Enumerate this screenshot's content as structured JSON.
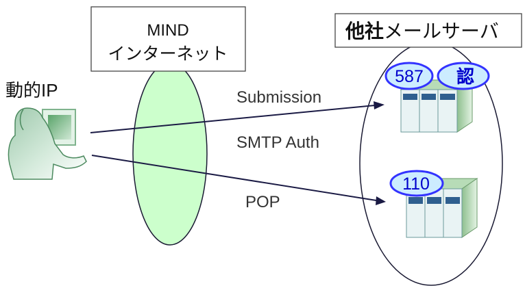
{
  "client": {
    "label": "動的IP"
  },
  "network": {
    "line1": "MIND",
    "line2": "インターネット"
  },
  "server_group": {
    "title_bold": "他社",
    "title_rest": "メールサーバ"
  },
  "connections": {
    "submission": {
      "label_top": "Submission",
      "label_bottom": "SMTP Auth"
    },
    "pop": {
      "label": "POP"
    }
  },
  "badges": {
    "submission_port": "587",
    "auth": "認",
    "pop_port": "110"
  },
  "colors": {
    "network_fill": "#ccffcc",
    "badge_fill": "#ccecff",
    "badge_stroke": "#3333ff",
    "badge_text": "#0000cc",
    "server_light": "#e9f3f4",
    "server_dark": "#2f5f8f",
    "server_side": "#8ebf8e",
    "server_top": "#b7dcb7"
  },
  "icons": {
    "client": "person-at-computer-icon",
    "server_a": "server-rack-icon",
    "server_b": "server-rack-icon"
  }
}
